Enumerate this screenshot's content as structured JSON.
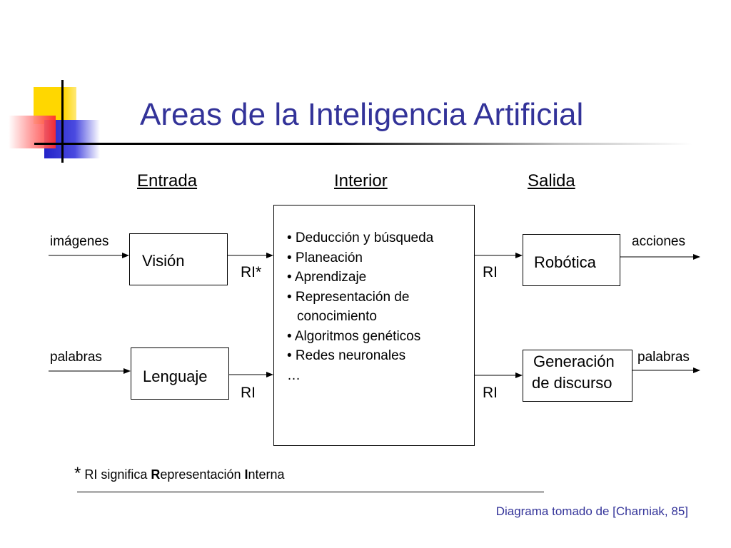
{
  "title": "Areas de la Inteligencia Artificial",
  "columns": {
    "input": "Entrada",
    "interior": "Interior",
    "output": "Salida"
  },
  "inputs": {
    "images_label": "imágenes",
    "words_label": "palabras"
  },
  "boxes": {
    "vision": "Visión",
    "language": "Lenguaje",
    "robotics": "Robótica",
    "speech_line1": "Generación",
    "speech_line2": "de discurso"
  },
  "ri_labels": {
    "vision_out": "RI*",
    "language_out": "RI",
    "robotics_in": "RI",
    "speech_in": "RI"
  },
  "outputs": {
    "actions_label": "acciones",
    "words_label": "palabras"
  },
  "interior_items": [
    "• Deducción y búsqueda",
    "• Planeación",
    "• Aprendizaje",
    "• Representación de",
    "conocimiento",
    "• Algoritmos genéticos",
    "• Redes neuronales",
    "…"
  ],
  "footnote": {
    "star": "*",
    "prefix": " RI significa ",
    "r_bold": "R",
    "mid": "epresentación ",
    "i_bold": "I",
    "suffix": "nterna"
  },
  "source": "Diagrama tomado de [Charniak, 85]",
  "colors": {
    "title": "#333399",
    "logo_yellow": "#FFD700",
    "logo_red": "#FF3B3B",
    "logo_blue": "#2E2ECC"
  }
}
